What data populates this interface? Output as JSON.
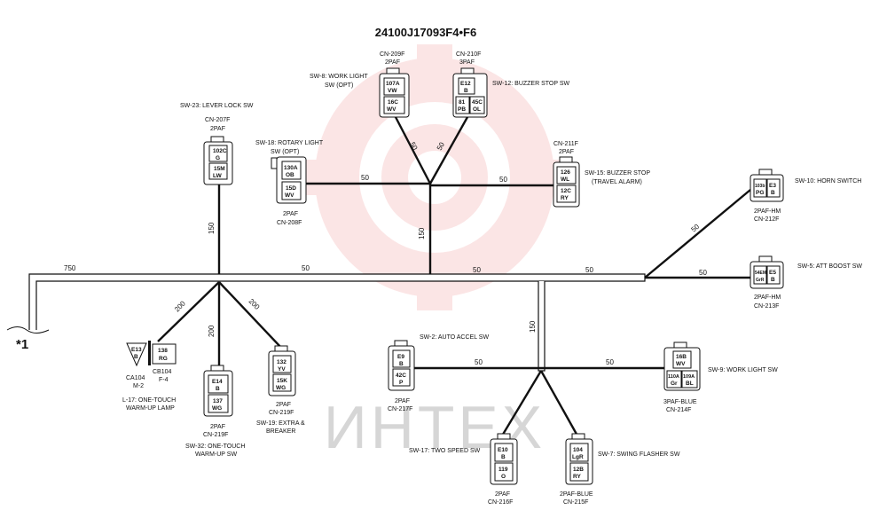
{
  "title": "24100J17093F4•F6",
  "marker": "*1",
  "watermark": "ИНТЕХ",
  "lengths": {
    "trunk_left": "750",
    "trunk_a": "50",
    "trunk_b": "50",
    "trunk_c": "50",
    "sw23_drop": "150",
    "branch_l17": "200",
    "branch_sw32": "200",
    "branch_sw19": "200",
    "upper_drop": "150",
    "sw18_link": "50",
    "sw15_link": "50",
    "sw8_link": "50",
    "sw12_link": "50",
    "sw10_link": "50",
    "sw5_link": "50",
    "lower_drop": "150",
    "sw2_link": "50",
    "sw9_link": "50"
  },
  "components": {
    "sw23": {
      "name": "SW-23: LEVER LOCK SW",
      "connector": "CN-207F",
      "type": "2PAF",
      "pins": [
        "102C",
        "G",
        "15M",
        "LW"
      ]
    },
    "sw18": {
      "name1": "SW-18: ROTARY LIGHT",
      "name2": "SW (OPT)",
      "connector": "CN-208F",
      "type": "2PAF",
      "pins": [
        "130A",
        "OB",
        "15D",
        "WV"
      ]
    },
    "sw8": {
      "name1": "SW-8: WORK LIGHT",
      "name2": "SW (OPT)",
      "connector": "CN-209F",
      "type": "2PAF",
      "pins": [
        "107A",
        "VW",
        "16C",
        "WV"
      ]
    },
    "sw12": {
      "name": "SW-12: BUZZER STOP SW",
      "connector": "CN-210F",
      "type": "3PAF",
      "pins": [
        "E12",
        "B",
        "81",
        "PB",
        "45C",
        "OL"
      ]
    },
    "sw15": {
      "name1": "SW-15: BUZZER STOP",
      "name2": "(TRAVEL ALARM)",
      "connector": "CN-211F",
      "type": "2PAF",
      "pins": [
        "126",
        "WL",
        "12C",
        "RY"
      ]
    },
    "sw10": {
      "name": "SW-10: HORN SWITCH",
      "connector": "CN-212F",
      "type": "2PAF-HM",
      "pins": [
        "103b",
        "PG",
        "E3",
        "B"
      ]
    },
    "sw5": {
      "name": "SW-5: ATT BOOST SW",
      "connector": "CN-213F",
      "type": "2PAF-HM",
      "pins": [
        "54EM",
        "GrR",
        "E5",
        "B"
      ]
    },
    "l17": {
      "name1": "L-17: ONE-TOUCH",
      "name2": "WARM-UP LAMP",
      "ca": "CA104",
      "ca_sub": "M-2",
      "cb": "CB104",
      "cb_sub": "F-4",
      "pin_a": [
        "E13",
        "B"
      ],
      "pin_b": [
        "138",
        "RG"
      ]
    },
    "sw32": {
      "name1": "SW-32: ONE-TOUCH",
      "name2": "WARM-UP SW",
      "connector": "CN-219F",
      "type": "2PAF",
      "pins": [
        "E14",
        "B",
        "137",
        "WG"
      ]
    },
    "sw19": {
      "name1": "SW-19: EXTRA &",
      "name2": "BREAKER",
      "connector": "CN-219F",
      "type": "2PAF",
      "pins": [
        "132",
        "YV",
        "15K",
        "WG"
      ]
    },
    "sw2": {
      "name": "SW-2: AUTO ACCEL SW",
      "connector": "CN-217F",
      "type": "2PAF",
      "pins": [
        "E9",
        "B",
        "42C",
        "P"
      ]
    },
    "sw9": {
      "name": "SW-9: WORK LIGHT SW",
      "connector": "CN-214F",
      "type": "3PAF-BLUE",
      "pins": [
        "16B",
        "WV",
        "110A",
        "Gr",
        "109A",
        "BL"
      ]
    },
    "sw17": {
      "name": "SW-17: TWO SPEED SW",
      "connector": "CN-216F",
      "type": "2PAF",
      "pins": [
        "E10",
        "B",
        "119",
        "O"
      ]
    },
    "sw7": {
      "name": "SW-7: SWING FLASHER SW",
      "connector": "CN-215F",
      "type": "2PAF-BLUE",
      "pins": [
        "104",
        "LgR",
        "12B",
        "RY"
      ]
    }
  }
}
